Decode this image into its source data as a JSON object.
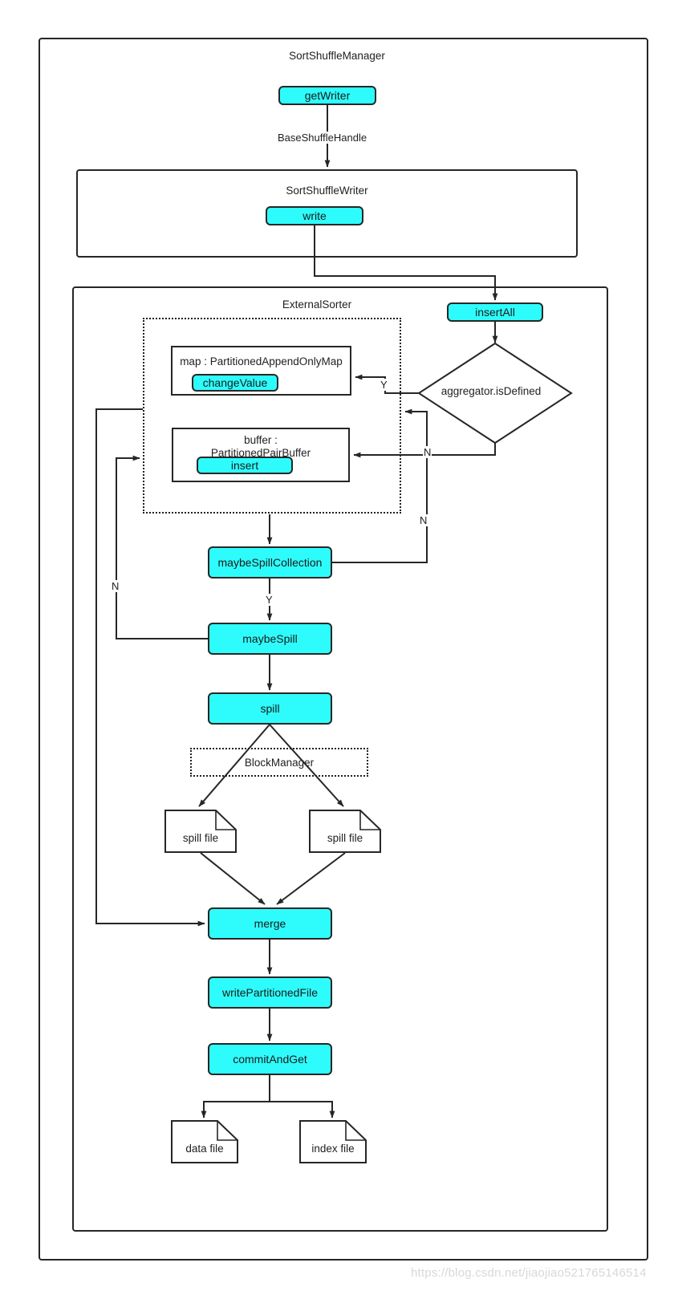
{
  "diagram": {
    "title_outer": "",
    "containers": [
      {
        "id": "sort-shuffle-manager",
        "label": "SortShuffleManager"
      },
      {
        "id": "sort-shuffle-writer",
        "label": "SortShuffleWriter"
      },
      {
        "id": "external-sorter",
        "label": "ExternalSorter"
      }
    ],
    "method_nodes": [
      {
        "id": "getWriter",
        "label": "getWriter"
      },
      {
        "id": "write",
        "label": "write"
      },
      {
        "id": "insertAll",
        "label": "insertAll"
      },
      {
        "id": "changeValue",
        "label": "changeValue"
      },
      {
        "id": "insert",
        "label": "insert"
      },
      {
        "id": "maybeSpillCollection",
        "label": "maybeSpillCollection"
      },
      {
        "id": "maybeSpill",
        "label": "maybeSpill"
      },
      {
        "id": "spill",
        "label": "spill"
      },
      {
        "id": "merge",
        "label": "merge"
      },
      {
        "id": "writePartitionedFile",
        "label": "writePartitionedFile"
      },
      {
        "id": "commitAndGet",
        "label": "commitAndGet"
      }
    ],
    "struct_nodes": [
      {
        "id": "map-box",
        "label": "map : PartitionedAppendOnlyMap"
      },
      {
        "id": "buffer-box",
        "line1": "buffer :",
        "line2": "PartitionedPairBuffer"
      }
    ],
    "decision_nodes": [
      {
        "id": "aggregator-decision",
        "label": "aggregator.isDefined"
      }
    ],
    "dotted_groups": [
      {
        "id": "collections-group",
        "label": ""
      },
      {
        "id": "block-manager",
        "label": "BlockManager"
      }
    ],
    "file_nodes": [
      {
        "id": "spill-file-left",
        "label": "spill file"
      },
      {
        "id": "spill-file-right",
        "label": "spill file"
      },
      {
        "id": "data-file",
        "label": "data file"
      },
      {
        "id": "index-file",
        "label": "index file"
      }
    ],
    "edge_labels": [
      {
        "id": "edge-base-shuffle-handle",
        "label": "BaseShuffleHandle"
      },
      {
        "id": "edge-aggregator-yes",
        "label": "Y"
      },
      {
        "id": "edge-aggregator-no",
        "label": "N"
      },
      {
        "id": "edge-spillcollection-no",
        "label": "N"
      },
      {
        "id": "edge-spillcollection-yes",
        "label": "Y"
      },
      {
        "id": "edge-maybespill-no",
        "label": "N"
      }
    ],
    "watermark": "https://blog.csdn.net/jiaojiao521765146514",
    "colors": {
      "node_fill": "#2EFCFC",
      "stroke": "#262626",
      "background": "#FFFFFF",
      "watermark": "#D8D8D8"
    }
  }
}
